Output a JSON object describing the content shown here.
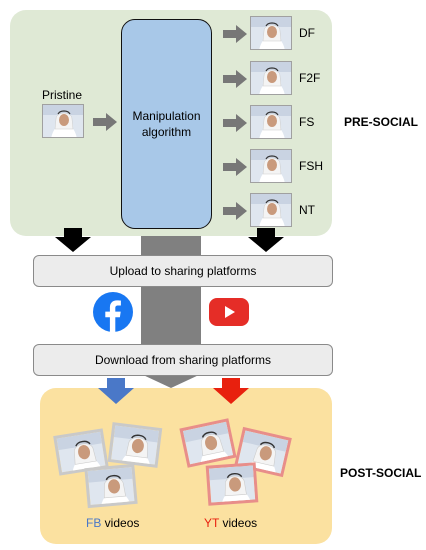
{
  "labels": {
    "pristine": "Pristine",
    "algorithm": "Manipulation algorithm",
    "methods": [
      "DF",
      "F2F",
      "FS",
      "FSH",
      "NT"
    ],
    "pre_social": "PRE-SOCIAL",
    "post_social": "POST-SOCIAL",
    "upload": "Upload to sharing platforms",
    "download": "Download from sharing platforms",
    "fb_prefix": "FB",
    "yt_prefix": "YT",
    "videos_suffix": " videos"
  },
  "colors": {
    "pre_region": "#dfe9d5",
    "post_region": "#fbe1a0",
    "algorithm_box": "#a8c8e8",
    "trunk": "#808080",
    "fb_accent": "#4a78c8",
    "yt_accent": "#e8200e",
    "facebook_brand": "#1877f2",
    "youtube_brand": "#e52d27"
  },
  "icons": {
    "facebook": "facebook-logo-icon",
    "youtube": "youtube-logo-icon",
    "face_thumbnail": "face-thumbnail-icon"
  }
}
